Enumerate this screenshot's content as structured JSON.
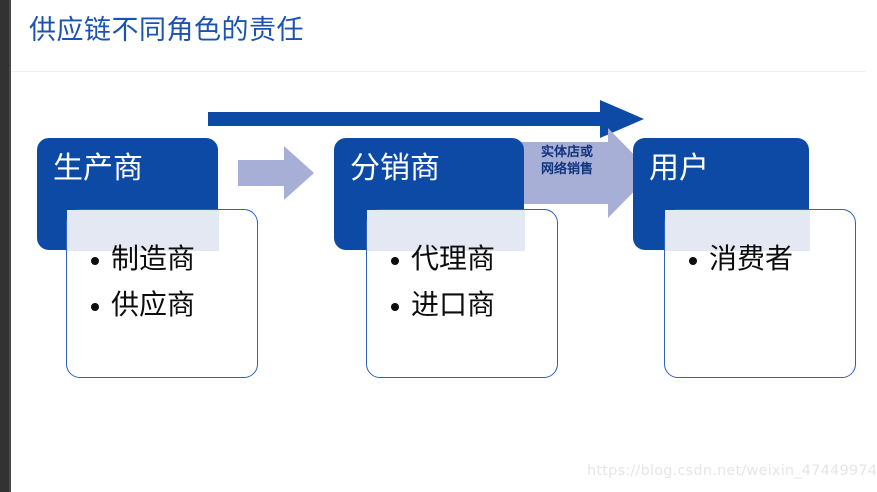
{
  "slide": {
    "title": "供应链不同角色的责任",
    "title_color": "#1a53b0",
    "background": "#ffffff"
  },
  "flow": {
    "main_arrow": {
      "icon": "long-right-arrow-icon",
      "color": "#0d4aa5",
      "direction": "right"
    },
    "connectors": [
      {
        "icon": "right-arrow-icon",
        "color": "#a8afd6",
        "label": "",
        "from": "生产商",
        "to": "分销商"
      },
      {
        "icon": "right-arrow-icon",
        "color": "#a8afd6",
        "label_line_1": "实体店或",
        "label_line_2": "网络销售",
        "label_color": "#12357d",
        "from": "分销商",
        "to": "用户"
      }
    ]
  },
  "stages": [
    {
      "id": "producer",
      "header": "生产商",
      "header_color": "#0d4aa5",
      "items": [
        "制造商",
        "供应商"
      ]
    },
    {
      "id": "distributor",
      "header": "分销商",
      "header_color": "#0d4aa5",
      "items": [
        "代理商",
        "进口商"
      ]
    },
    {
      "id": "user",
      "header": "用户",
      "header_color": "#0d4aa5",
      "items": [
        "消费者"
      ]
    }
  ],
  "watermark": {
    "text": "https://blog.csdn.net/weixin_47449974"
  }
}
